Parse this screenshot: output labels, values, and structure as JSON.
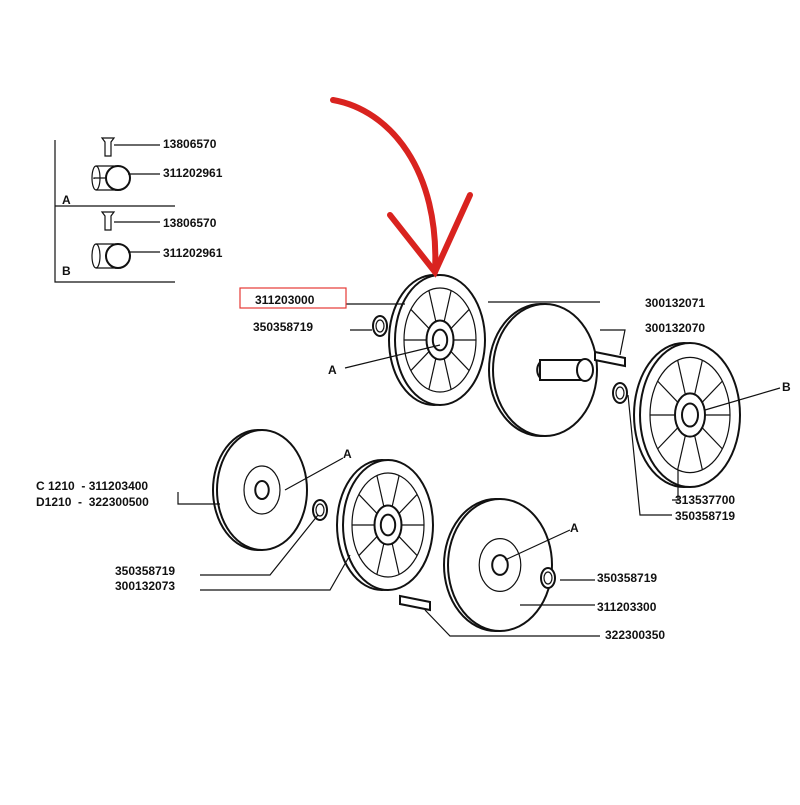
{
  "colors": {
    "line": "#111111",
    "highlight": "#e53935",
    "arrow": "#d9231f"
  },
  "inset": {
    "a": {
      "screw": "13806570",
      "bushing": "311202961",
      "label": "A"
    },
    "b": {
      "screw": "13806570",
      "bushing": "311202961",
      "label": "B"
    }
  },
  "parts": {
    "highlighted": "311203000",
    "washer_1": "350358719",
    "detail_a_1": "A",
    "disc_upper": "300132071",
    "pin_upper": "300132070",
    "detail_b": "B",
    "wheel_right": "313537700",
    "washer_right": "350358719",
    "detail_a_2": "A",
    "variant_c": "C 1210  - 311203400",
    "variant_d": "D1210  -  322300500",
    "washer_lower_left": "350358719",
    "wheel_lower": "300132073",
    "detail_a_3": "A",
    "washer_lower_right": "350358719",
    "disc_lower": "311203300",
    "pin_lower": "322300350"
  }
}
